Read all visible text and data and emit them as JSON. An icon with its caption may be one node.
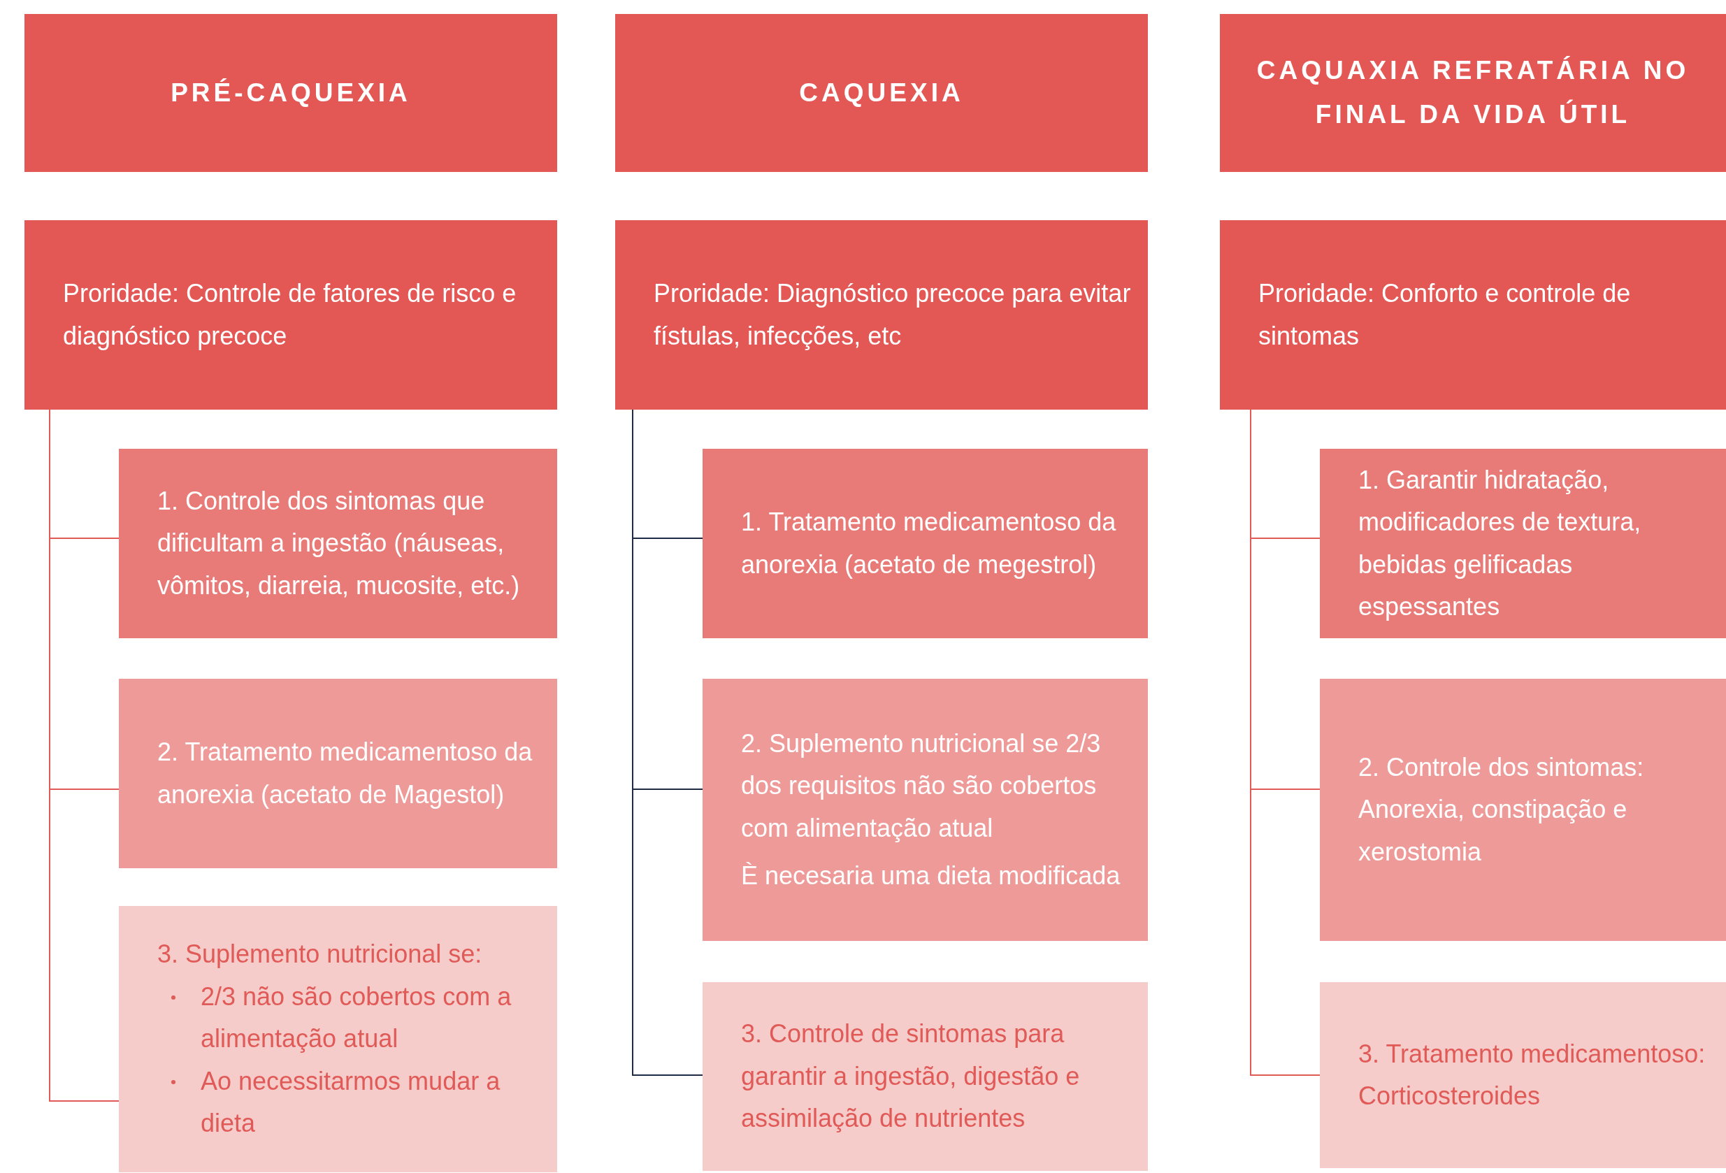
{
  "diagram": {
    "nodes": [
      {
        "text": [
          "PRÉ-CAQUEXIA"
        ]
      },
      {
        "text": [
          "CAQUEXIA"
        ]
      },
      {
        "text": [
          "CAQUAXIA REFRATÁRIA NO FINAL DA VIDA ÚTIL"
        ]
      },
      {
        "text": [
          "Proridade: Controle de fatores de risco e diagnóstico precoce"
        ]
      },
      {
        "text": [
          "Proridade: Diagnóstico precoce para evitar fístulas, infecções, etc"
        ]
      },
      {
        "text": [
          "Proridade: Conforto e controle de sintomas"
        ]
      },
      {
        "text": [
          "1. Controle dos sintomas que dificultam a ingestão (náuseas, vômitos, diarreia, mucosite, etc.)"
        ]
      },
      {
        "text": [
          "2. Tratamento medicamentoso da anorexia (acetato de Magestol)"
        ]
      },
      {
        "text": [
          "3. Suplemento nutricional se:",
          "2/3 não são cobertos com a alimentação atual",
          "Ao necessitarmos mudar a dieta"
        ]
      },
      {
        "text": [
          "1. Tratamento medicamentoso da anorexia (acetato de megestrol)"
        ]
      },
      {
        "text": [
          "2. Suplemento nutricional se 2/3 dos requisitos não são cobertos com alimentação atual",
          "È necesaria uma dieta modificada"
        ]
      },
      {
        "text": [
          "3. Controle de sintomas para garantir a ingestão, digestão e assimilação de nutrientes"
        ]
      },
      {
        "text": [
          "1. Garantir hidratação, modificadores de textura, bebidas gelificadas espessantes"
        ]
      },
      {
        "text": [
          "2. Controle dos sintomas: Anorexia, constipação e xerostomia"
        ]
      },
      {
        "text": [
          "3. Tratamento medicamentoso: Corticosteroides"
        ]
      }
    ],
    "edges": [
      {
        "from": 3,
        "to": 6,
        "arrow": "none"
      },
      {
        "from": 3,
        "to": 7,
        "arrow": "none"
      },
      {
        "from": 3,
        "to": 8,
        "arrow": "none"
      },
      {
        "from": 4,
        "to": 9,
        "arrow": "none",
        "color": "#1f2a44"
      },
      {
        "from": 4,
        "to": 10,
        "arrow": "none",
        "color": "#1f2a44"
      },
      {
        "from": 4,
        "to": 11,
        "arrow": "none",
        "color": "#1f2a44"
      },
      {
        "from": 5,
        "to": 12,
        "arrow": "none"
      },
      {
        "from": 5,
        "to": 13,
        "arrow": "none"
      },
      {
        "from": 5,
        "to": 14,
        "arrow": "none"
      }
    ]
  }
}
